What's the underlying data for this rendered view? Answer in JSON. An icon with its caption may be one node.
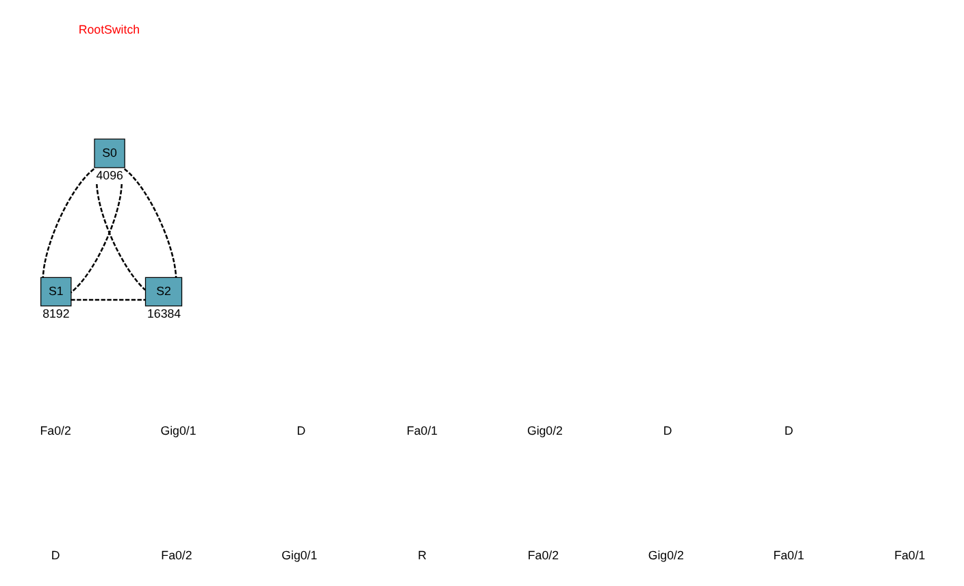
{
  "diagram": {
    "nodes": [
      {
        "text": [
          "S0"
        ],
        "beside": [
          "4096"
        ]
      },
      {
        "text": [
          "S1"
        ],
        "beside": [
          "8192"
        ]
      },
      {
        "text": [
          "S2"
        ],
        "beside": [
          "16384"
        ]
      }
    ],
    "edges": [
      {
        "from": 0,
        "to": 1,
        "arrow": "none",
        "style": "dashed"
      },
      {
        "from": 0,
        "to": 1,
        "arrow": "none",
        "style": "dashed"
      },
      {
        "from": 0,
        "to": 2,
        "arrow": "none",
        "style": "dashed"
      },
      {
        "from": 0,
        "to": 2,
        "arrow": "none",
        "style": "dashed"
      },
      {
        "from": 1,
        "to": 2,
        "arrow": "none",
        "style": "dashed"
      }
    ],
    "labels": [
      "RootSwitch",
      "Fa0/2",
      "Gig0/1",
      "D",
      "Fa0/1",
      "Gig0/2",
      "D",
      "D",
      "D",
      "Fa0/2",
      "Gig0/1",
      "R",
      "Fa0/2",
      "Gig0/2",
      "Fa0/1",
      "Fa0/1"
    ]
  }
}
